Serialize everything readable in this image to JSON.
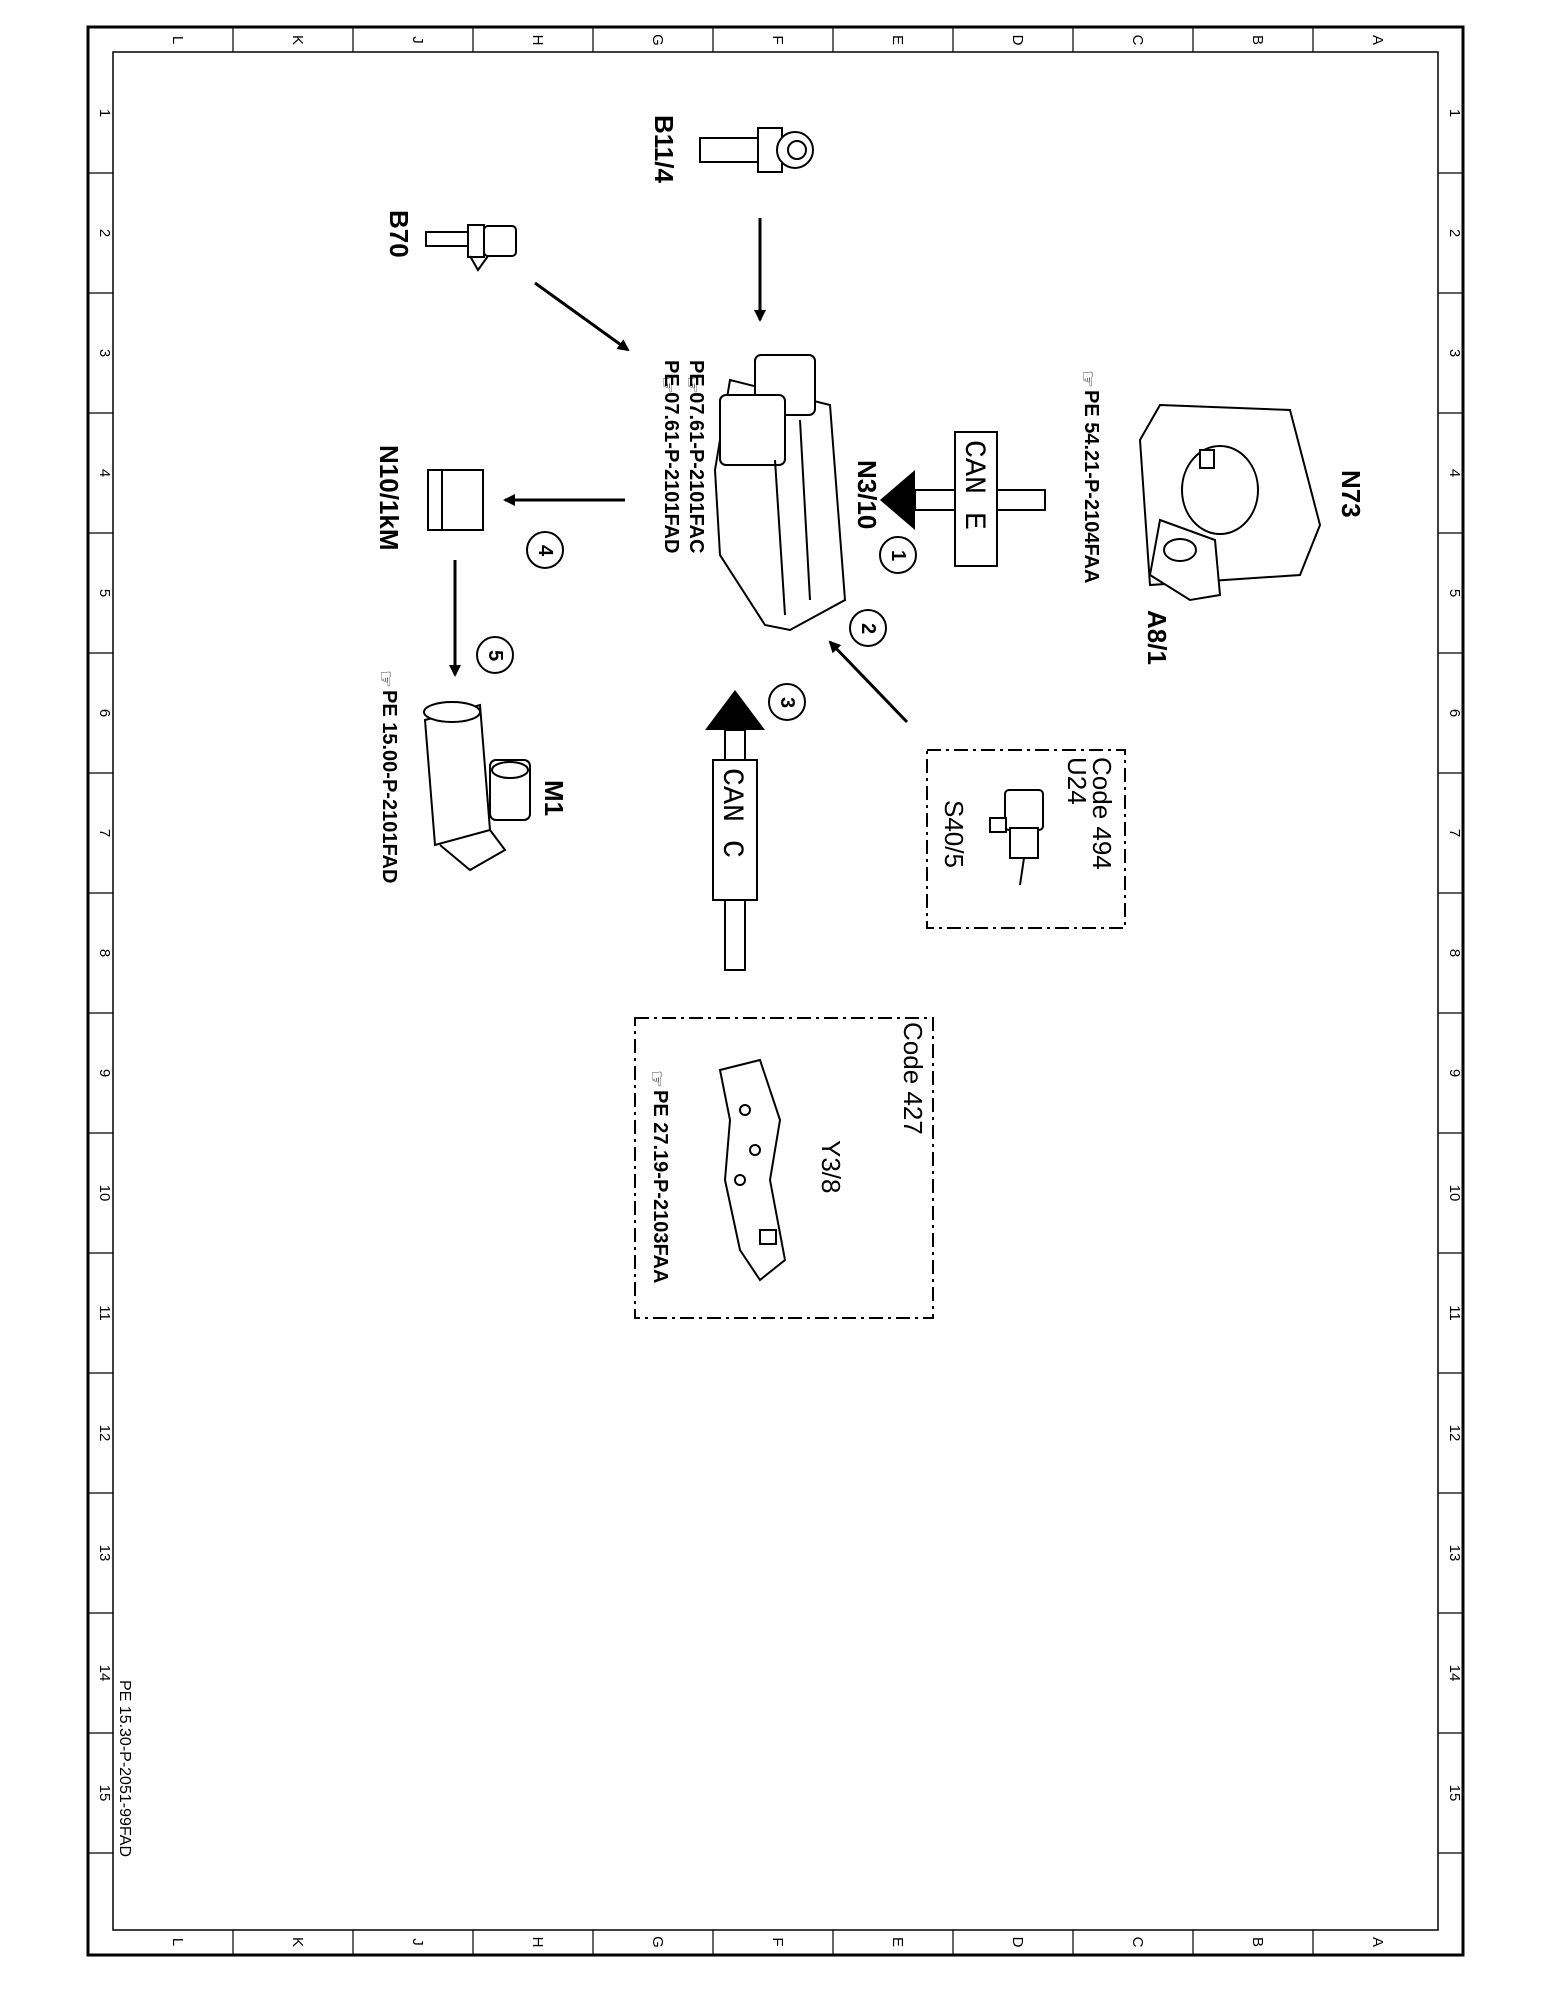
{
  "grid": {
    "letters": [
      "L",
      "K",
      "J",
      "H",
      "G",
      "F",
      "E",
      "D",
      "C",
      "B",
      "A"
    ],
    "numbers": [
      "1",
      "2",
      "3",
      "4",
      "5",
      "6",
      "7",
      "8",
      "9",
      "10",
      "11",
      "12",
      "13",
      "14",
      "15"
    ]
  },
  "components": {
    "b11_4": "B11/4",
    "b70": "B70",
    "n3_10": "N3/10",
    "n73": "N73",
    "a8_1": "A8/1",
    "n10_1km": "N10/1kM",
    "m1": "M1",
    "u24": "U24",
    "s40_5": "S40/5",
    "y3_8": "Y3/8"
  },
  "codes": {
    "code494": "Code 494",
    "code427": "Code 427"
  },
  "buses": {
    "can_e": "CAN E",
    "can_c": "CAN C"
  },
  "refs": {
    "n3_10_a": "PE 07.61-P-2101FAC",
    "n3_10_b": "PE 07.61-P-2101FAD",
    "n73": "PE 54.21-P-2104FAA",
    "m1": "PE 15.00-P-2101FAD",
    "y3_8": "PE 27.19-P-2103FAA"
  },
  "steps": [
    "1",
    "2",
    "3",
    "4",
    "5"
  ],
  "doc_id": "PE 15.30-P-2051-99FAD"
}
